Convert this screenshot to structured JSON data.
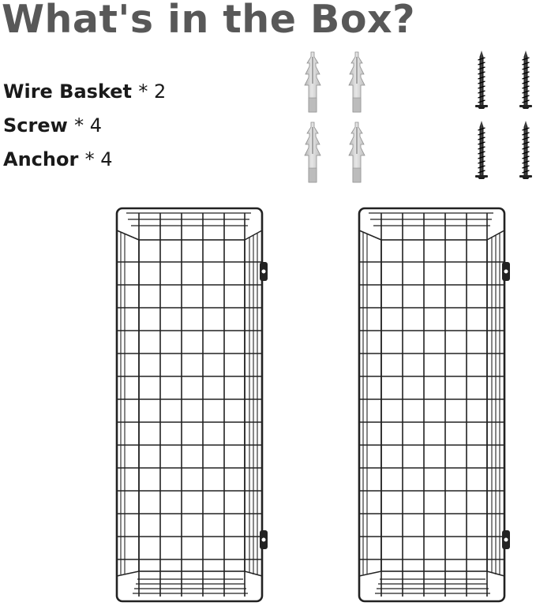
{
  "heading": {
    "title": "What's in the Box?"
  },
  "contents": {
    "items": [
      {
        "name": "Wire Basket",
        "quantity": "* 2"
      },
      {
        "name": "Screw",
        "quantity": "* 4"
      },
      {
        "name": "Anchor",
        "quantity": "* 4"
      }
    ]
  },
  "illustration": {
    "anchor_count": 4,
    "screw_count": 4,
    "basket_count": 2,
    "icons": [
      "wall-anchor-icon",
      "screw-icon",
      "wire-basket-icon"
    ]
  },
  "colors": {
    "title": "#585858",
    "text": "#1a1a1a",
    "metal": "#222222",
    "anchor_plastic": "#c9c9c9"
  }
}
